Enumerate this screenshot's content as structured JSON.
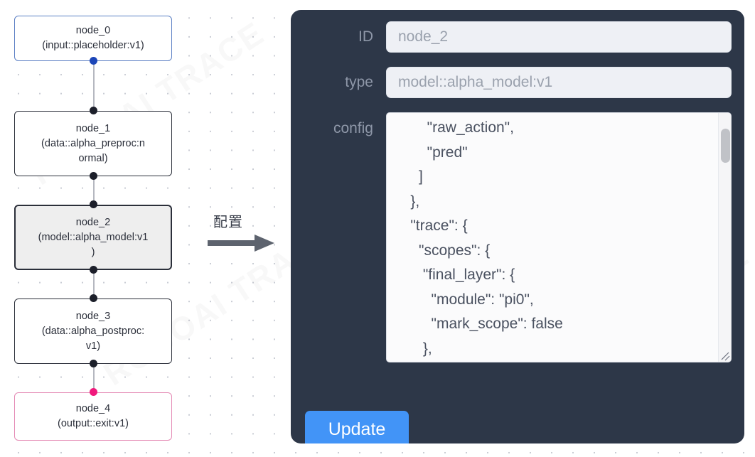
{
  "graph": {
    "nodes": [
      {
        "id": "node_0",
        "title": "node_0",
        "subtitle": "(input::placeholder:v1)",
        "style": "blue",
        "selected": false
      },
      {
        "id": "node_1",
        "title": "node_1",
        "subtitle": "(data::alpha_preproc:n\normal)",
        "style": "default",
        "selected": false
      },
      {
        "id": "node_2",
        "title": "node_2",
        "subtitle": "(model::alpha_model:v1\n)",
        "style": "default",
        "selected": true
      },
      {
        "id": "node_3",
        "title": "node_3",
        "subtitle": "(data::alpha_postproc:\nv1)",
        "style": "default",
        "selected": false
      },
      {
        "id": "node_4",
        "title": "node_4",
        "subtitle": "(output::exit:v1)",
        "style": "pink",
        "selected": false
      }
    ],
    "colors": {
      "blue_border": "#5b7fc4",
      "pink_border": "#e489b4",
      "default_border": "#2b2f3a",
      "selected_fill": "#eeeeee",
      "edge": "#b5b8c0",
      "port_default": "#1c1f2a",
      "port_blue": "#1c46b8",
      "port_pink": "#f0197c"
    }
  },
  "transition": {
    "label": "配置"
  },
  "panel": {
    "background": "#2d3748",
    "fields": [
      {
        "label": "ID",
        "value": "node_2"
      },
      {
        "label": "type",
        "value": "model::alpha_model:v1"
      }
    ],
    "config": {
      "label": "config",
      "value": "        \"raw_action\",\n        \"pred\"\n      ]\n    },\n    \"trace\": {\n      \"scopes\": {\n       \"final_layer\": {\n         \"module\": \"pi0\",\n         \"mark_scope\": false\n       },\n       \"action_model\": {"
    },
    "update_button": {
      "label": "Update",
      "color": "#4294f7"
    }
  },
  "watermarks": [
    "ROBOAI TRACE",
    "ROBOAI TRACE",
    "ROBOAI TRACE",
    "ROBOAI TRACE"
  ]
}
